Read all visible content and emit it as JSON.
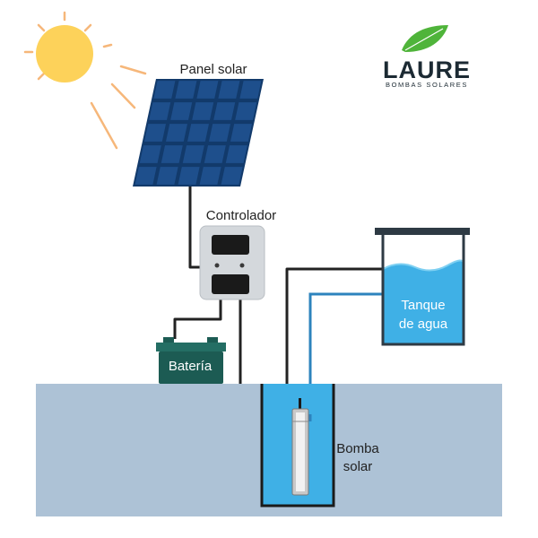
{
  "labels": {
    "panel": "Panel solar",
    "controller": "Controlador",
    "battery": "Batería",
    "tank_line1": "Tanque",
    "tank_line2": "de agua",
    "pump_line1": "Bomba",
    "pump_line2": "solar"
  },
  "logo": {
    "brand": "LAURE",
    "tagline": "BOMBAS SOLARES"
  },
  "colors": {
    "sun": "#FDD25A",
    "sun_rays": "#F6B77A",
    "panel_cell": "#1E4F8C",
    "panel_frame": "#123A6B",
    "ground": "#ADC2D6",
    "water": "#3FB0E6",
    "wire": "#222222",
    "pipe": "#2D83BD",
    "battery": "#1C5B53",
    "controller": "#D4D8DC",
    "logo_leaf": "#4FB43A",
    "logo_text": "#1C2A33"
  },
  "icons": [
    "sun-icon",
    "solar-panel-icon",
    "controller-icon",
    "battery-icon",
    "water-tank-icon",
    "submersible-pump-icon",
    "leaf-logo-icon"
  ]
}
